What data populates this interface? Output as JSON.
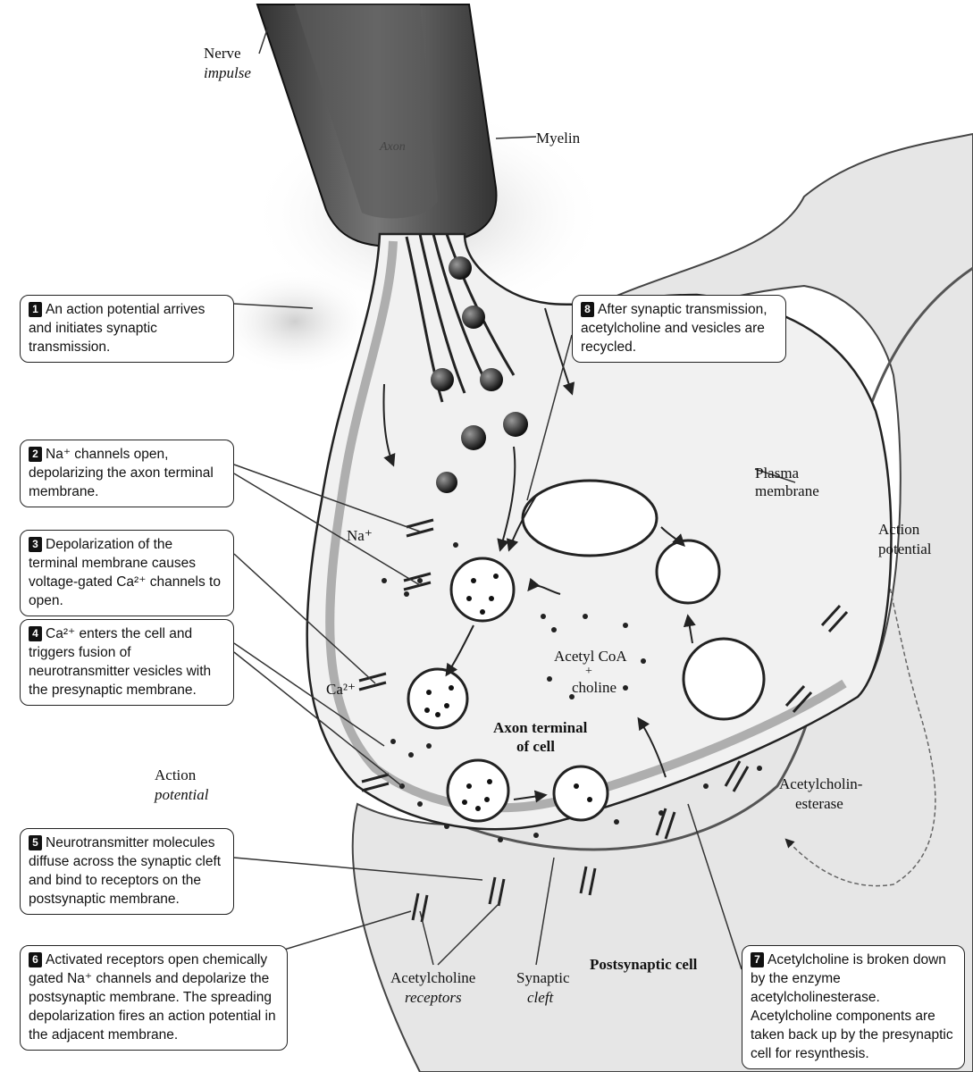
{
  "steps": [
    {
      "num": "1",
      "text": "An action potential arrives and initiates synaptic transmission."
    },
    {
      "num": "2",
      "text": "Na⁺ channels open, depolarizing the axon terminal membrane."
    },
    {
      "num": "3",
      "text": "Depolarization of the terminal membrane causes voltage-gated Ca²⁺ channels to open."
    },
    {
      "num": "4",
      "text": "Ca²⁺ enters the cell and triggers fusion of neurotransmitter vesicles with the presynaptic membrane."
    },
    {
      "num": "5",
      "text": "Neurotransmitter molecules diffuse across the synaptic cleft and bind to receptors on the postsynaptic membrane."
    },
    {
      "num": "6",
      "text": "Activated receptors open chemically gated Na⁺ channels and depolarize the postsynaptic membrane. The spreading depolarization fires an action potential in the adjacent membrane."
    },
    {
      "num": "7",
      "text": "Acetylcholine is broken down by the enzyme acetylcholinesterase. Acetylcholine components are taken back up by the presynaptic cell for resynthesis."
    },
    {
      "num": "8",
      "text": "After synaptic transmission, acetylcholine and vesicles are recycled."
    }
  ],
  "labels": {
    "nerve_impulse_1": "Nerve",
    "nerve_impulse_2": "impulse",
    "myelin": "Myelin",
    "axon": "Axon",
    "plasma_membrane_1": "Plasma",
    "plasma_membrane_2": "membrane",
    "action_potential_right_1": "Action",
    "action_potential_right_2": "potential",
    "na": "Na⁺",
    "ca": "Ca²⁺",
    "acetyl_coa": "Acetyl CoA",
    "plus": "+",
    "choline": "choline",
    "axon_terminal_1": "Axon terminal",
    "axon_terminal_2": "of cell",
    "action_potential_left_1": "Action",
    "action_potential_left_2": "potential",
    "acetylcholinesterase_1": "Acetylcholin-",
    "acetylcholinesterase_2": "esterase",
    "ach_receptors_1": "Acetylcholine",
    "ach_receptors_2": "receptors",
    "synaptic_cleft_1": "Synaptic",
    "synaptic_cleft_2": "cleft",
    "postsynaptic_cell": "Postsynaptic cell"
  }
}
